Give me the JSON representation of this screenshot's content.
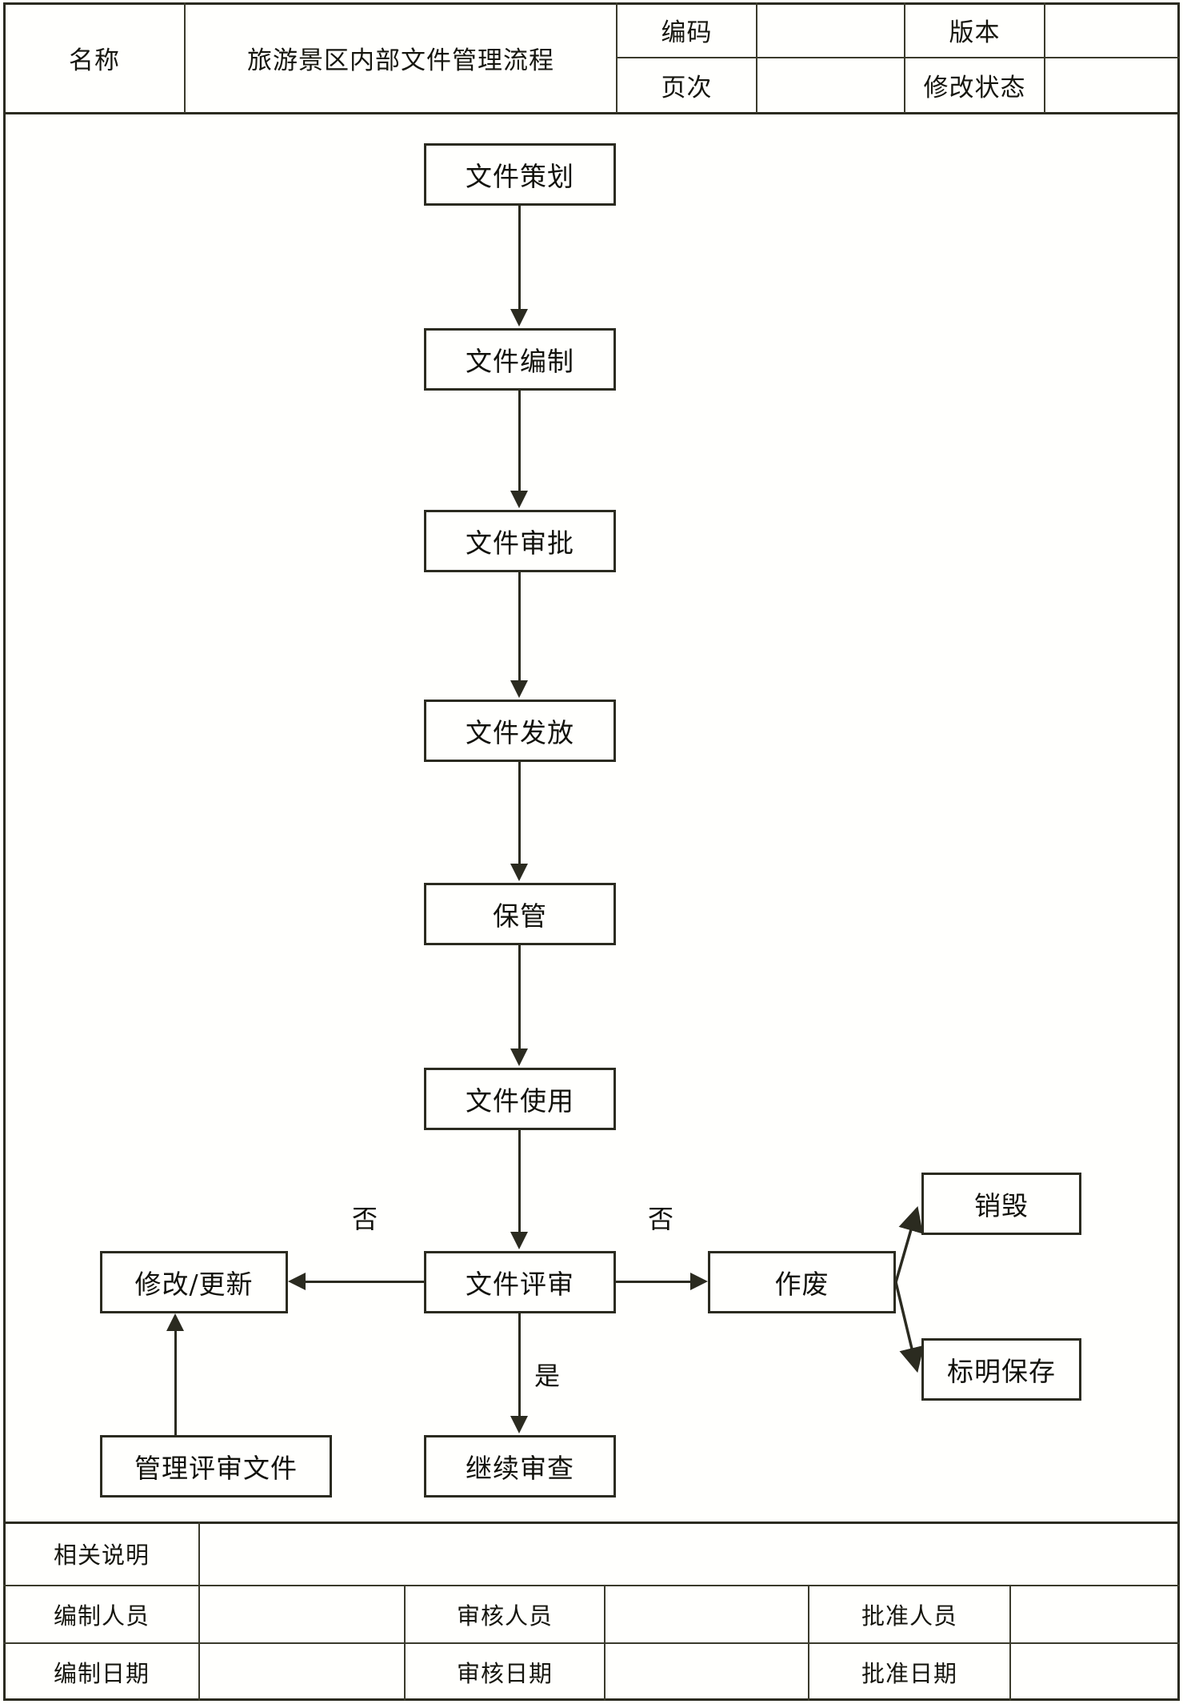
{
  "document": {
    "title": "旅游景区内部文件管理流程"
  },
  "header": {
    "name_label": "名称",
    "name_value": "旅游景区内部文件管理流程",
    "code_label": "编码",
    "code_value": "",
    "version_label": "版本",
    "version_value": "",
    "page_label": "页次",
    "page_value": "",
    "revision_label": "修改状态",
    "revision_value": ""
  },
  "flow": {
    "nodes": [
      {
        "id": "plan",
        "label": "文件策划"
      },
      {
        "id": "draft",
        "label": "文件编制"
      },
      {
        "id": "approve",
        "label": "文件审批"
      },
      {
        "id": "issue",
        "label": "文件发放"
      },
      {
        "id": "keep",
        "label": "保管"
      },
      {
        "id": "use",
        "label": "文件使用"
      },
      {
        "id": "review",
        "label": "文件评审"
      },
      {
        "id": "revise",
        "label": "修改/更新"
      },
      {
        "id": "mgmt-doc",
        "label": "管理评审文件"
      },
      {
        "id": "continue",
        "label": "继续审查"
      },
      {
        "id": "obsolete",
        "label": "作废"
      },
      {
        "id": "destroy",
        "label": "销毁"
      },
      {
        "id": "mark-keep",
        "label": "标明保存"
      }
    ],
    "edge_labels": {
      "no_left": "否",
      "no_right": "否",
      "yes_down": "是"
    }
  },
  "footer": {
    "remarks_label": "相关说明",
    "remarks_value": "",
    "rows": [
      {
        "cells": [
          {
            "label": "编制人员",
            "value": ""
          },
          {
            "label": "审核人员",
            "value": ""
          },
          {
            "label": "批准人员",
            "value": ""
          }
        ]
      },
      {
        "cells": [
          {
            "label": "编制日期",
            "value": ""
          },
          {
            "label": "审核日期",
            "value": ""
          },
          {
            "label": "批准日期",
            "value": ""
          }
        ]
      }
    ]
  },
  "colors": {
    "line": "#2b2b20",
    "background": "#fffffd",
    "text": "#12120c"
  }
}
